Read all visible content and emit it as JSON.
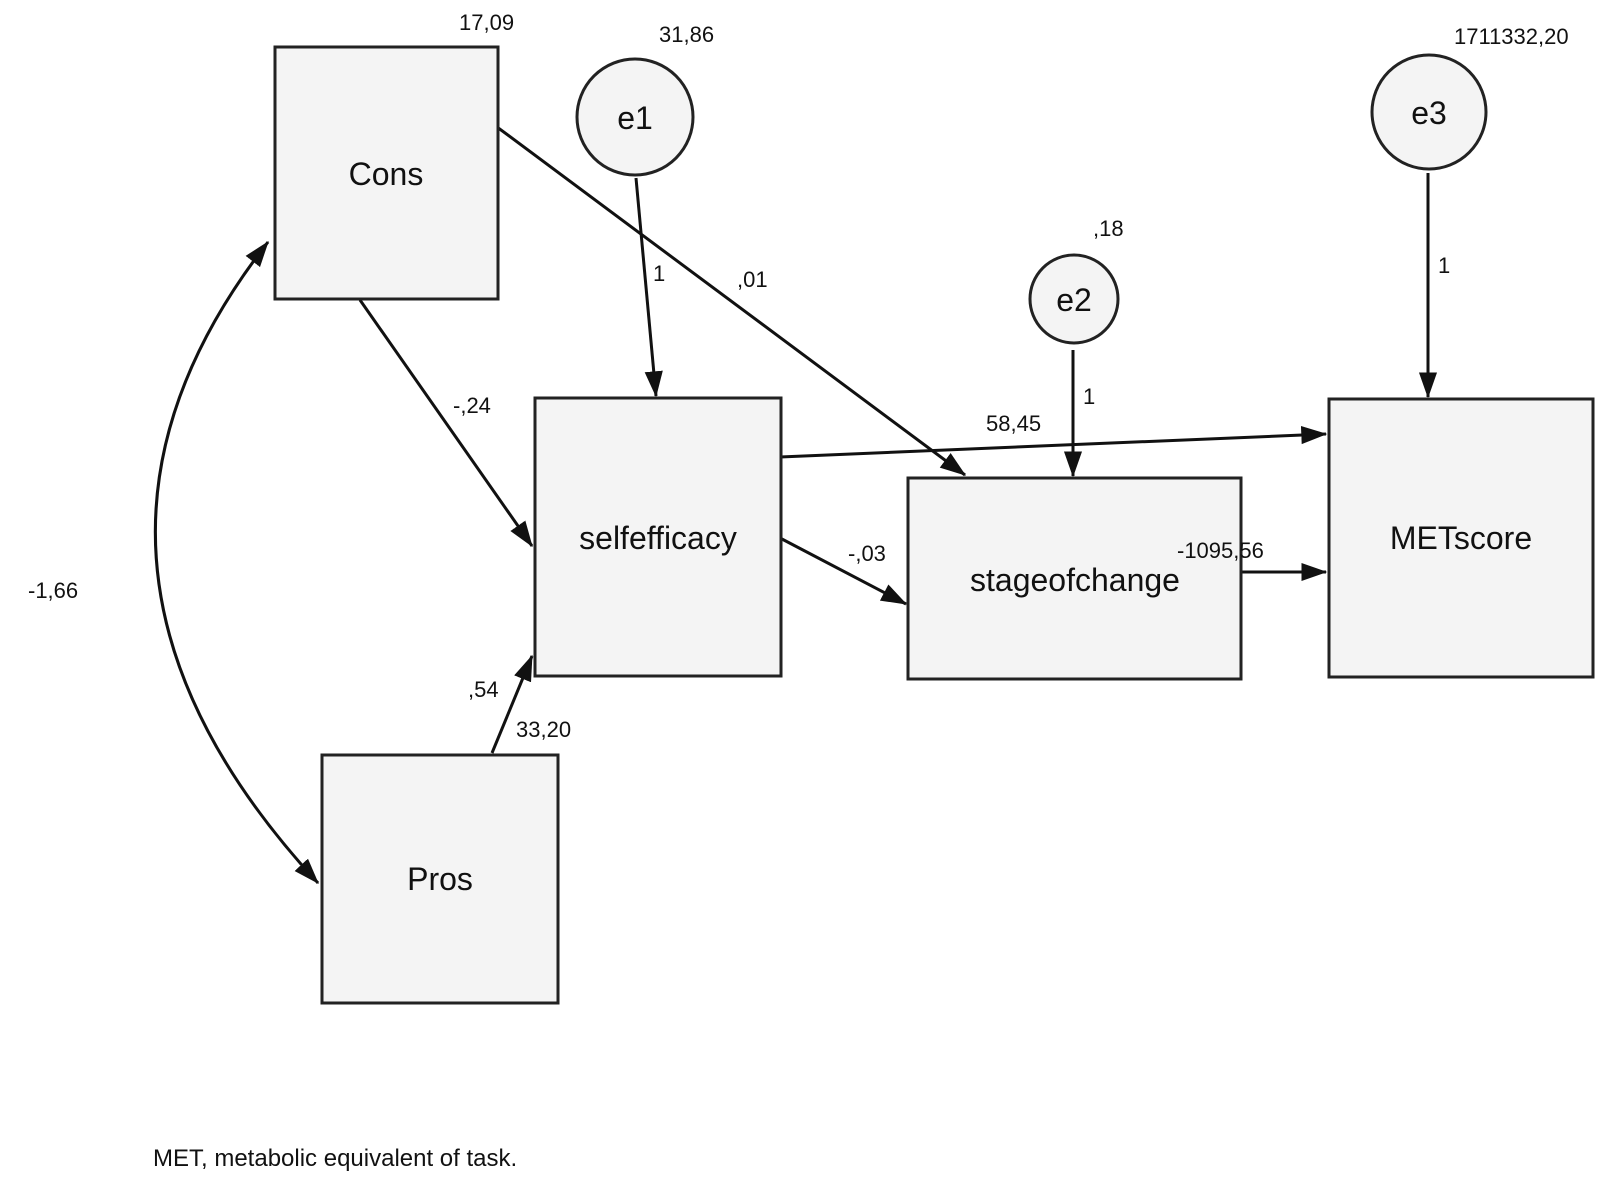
{
  "nodes": {
    "cons": {
      "label": "Cons",
      "value": "17,09"
    },
    "pros": {
      "label": "Pros",
      "value": "33,20"
    },
    "selfefficacy": {
      "label": "selfefficacy"
    },
    "stageofchange": {
      "label": "stageofchange"
    },
    "metscore": {
      "label": "METscore"
    },
    "e1": {
      "label": "e1",
      "value": "31,86"
    },
    "e2": {
      "label": "e2",
      "value": ",18"
    },
    "e3": {
      "label": "e3",
      "value": "1711332,20"
    }
  },
  "edges": {
    "cons_pros_cov": "-1,66",
    "cons_to_selfefficacy": "-,24",
    "cons_to_stageofchange": ",01",
    "pros_to_selfefficacy": ",54",
    "e1_to_selfefficacy": "1",
    "e2_to_stageofchange": "1",
    "e3_to_metscore": "1",
    "selfefficacy_to_metscore": "58,45",
    "selfefficacy_to_stageofchange": "-,03",
    "stageofchange_to_metscore": "-1095,56"
  },
  "caption": "MET, metabolic equivalent of task."
}
